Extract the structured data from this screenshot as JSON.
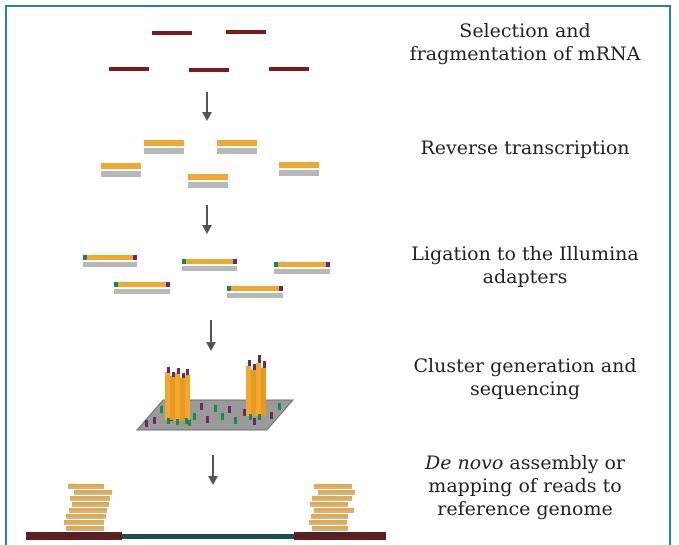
{
  "steps": [
    {
      "line1": "Selection and",
      "line2": "fragmentation of mRNA"
    },
    {
      "line1": "Reverse transcription"
    },
    {
      "line1": "Ligation to the Illumina",
      "line2": "adapters"
    },
    {
      "line1": "Cluster generation and",
      "line2": "sequencing"
    },
    {
      "line1_italic": "De novo",
      "line1_rest": " assembly or",
      "line2": "mapping of reads to",
      "line3": "reference genome"
    }
  ],
  "colors": {
    "frame": "#2a7fb5",
    "mrna": "#7a1a1a",
    "cdna_top": "#f0a830",
    "cdna_bottom": "#b8b8b8",
    "adapter_left": "#1a8a4a",
    "adapter_right": "#6a2a6a",
    "arrow": "#555555",
    "genome_end": "#5a1f1f",
    "genome_mid": "#1a5050"
  }
}
